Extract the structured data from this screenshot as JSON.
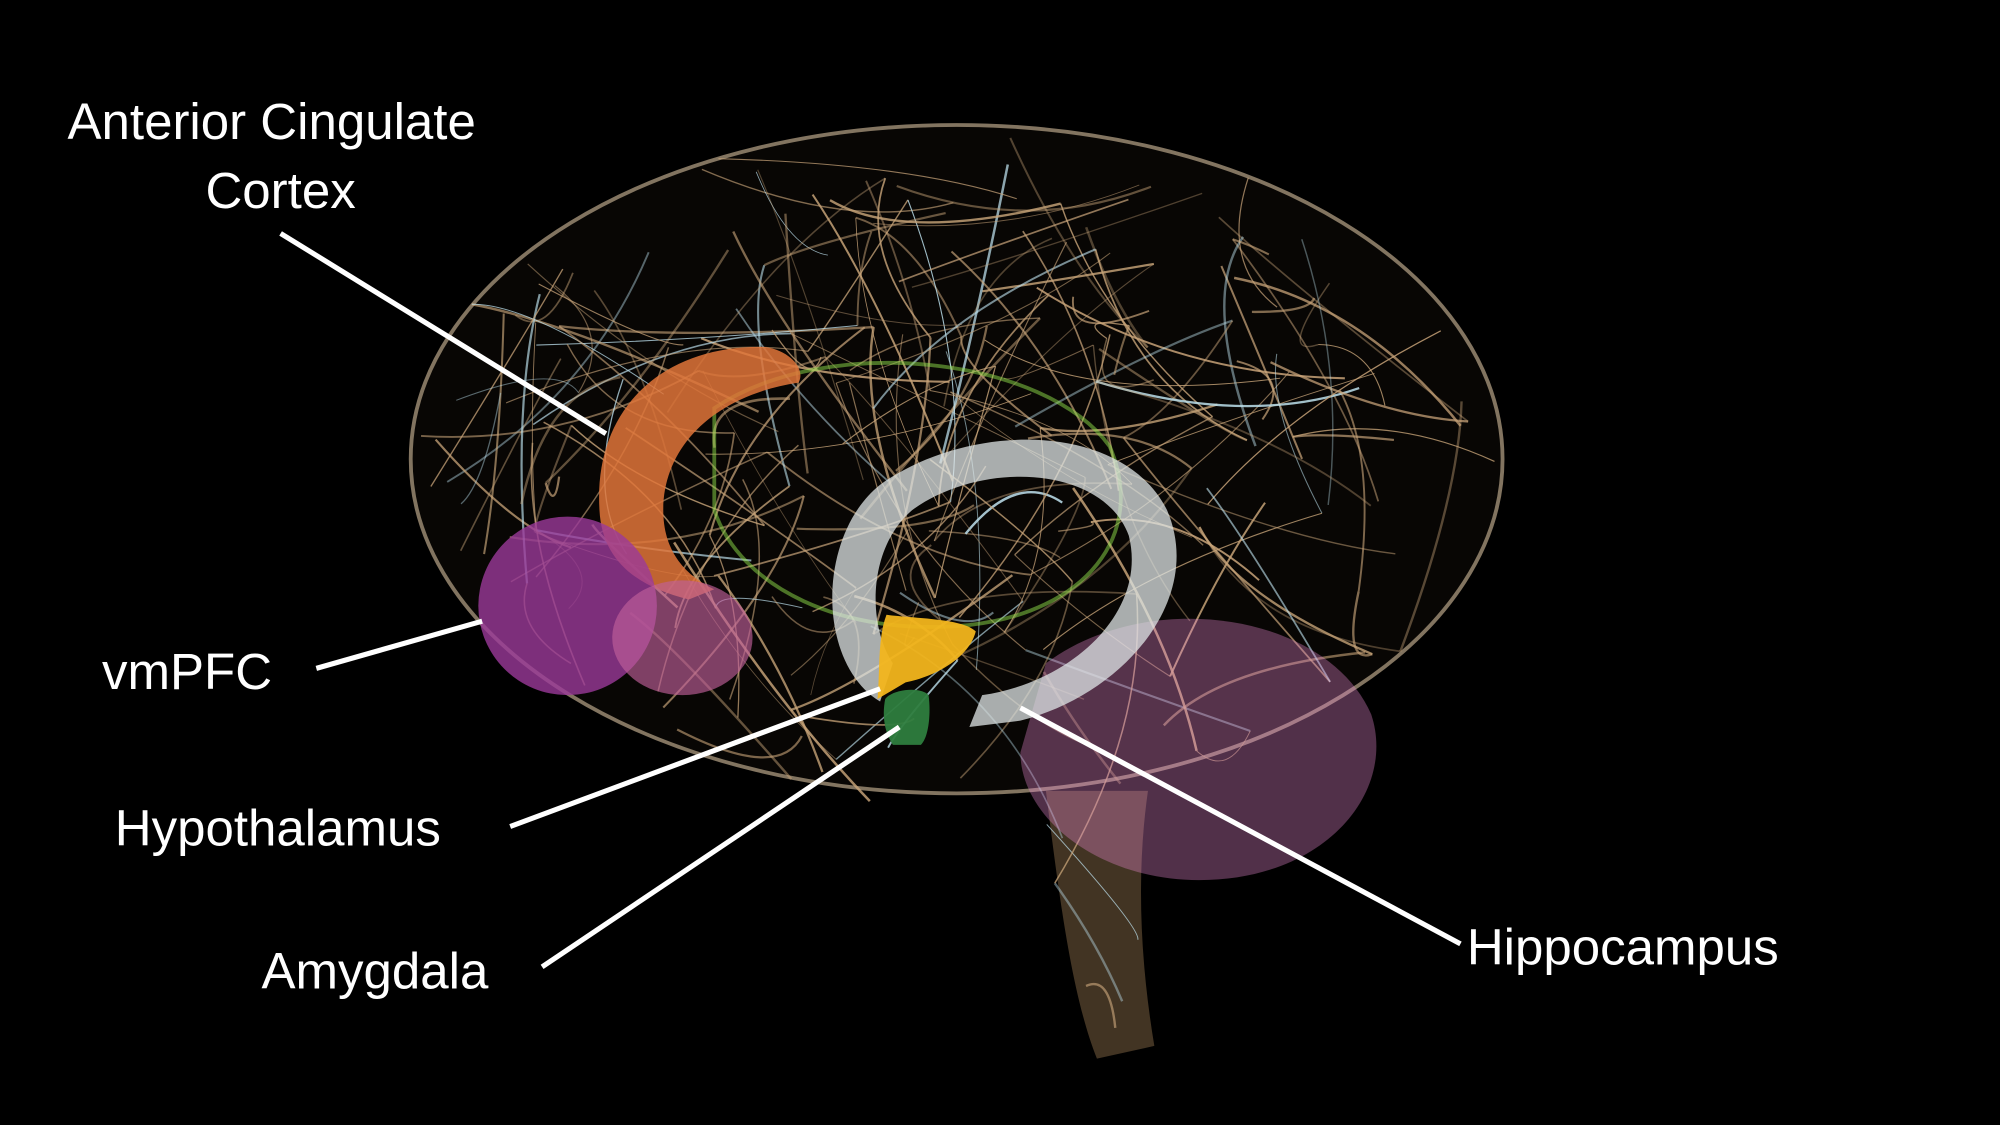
{
  "labels": {
    "acc_line1": "Anterior Cingulate",
    "acc_line2": "Cortex",
    "vmpfc": "vmPFC",
    "hypothalamus": "Hypothalamus",
    "amygdala": "Amygdala",
    "hippocampus": "Hippocampus"
  },
  "colors": {
    "background": "#000000",
    "fibers": "#c9a57a",
    "fiber_highlight": "#bfe3f0",
    "acc": "#e0763a",
    "vmpfc": "#9b3a9a",
    "vmpfc_light": "#c0609a",
    "hypothalamus": "#f2b51c",
    "amygdala": "#2e7d3e",
    "hippocampus": "#dfe6e6",
    "cerebellum": "#e98ad0",
    "limbic_green": "#8fe04a"
  }
}
